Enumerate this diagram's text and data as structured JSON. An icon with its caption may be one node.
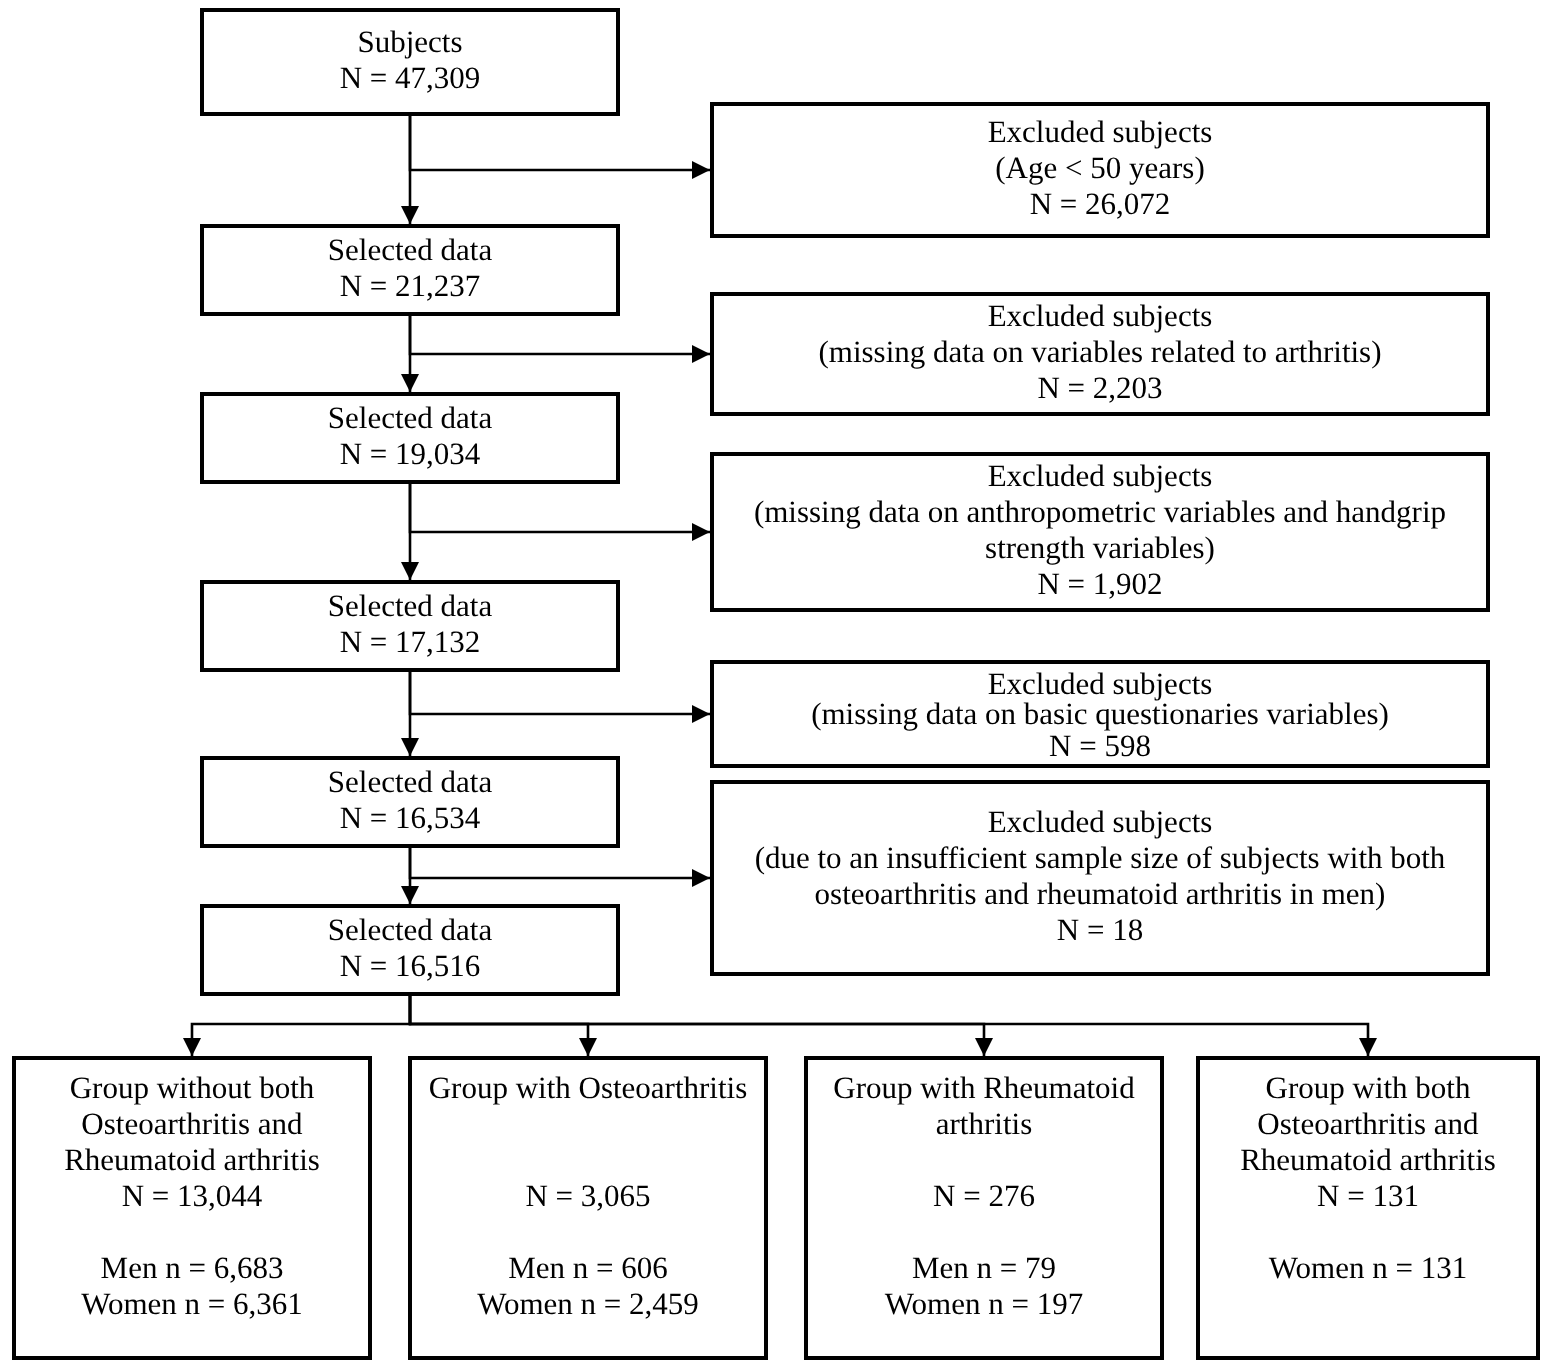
{
  "diagram": {
    "nodes": [
      {
        "text": [
          "Subjects",
          "N = 47,309"
        ]
      },
      {
        "text": [
          "Excluded subjects",
          "(Age < 50 years)",
          "N = 26,072"
        ]
      },
      {
        "text": [
          "Selected data",
          "N = 21,237"
        ]
      },
      {
        "text": [
          "Excluded subjects",
          "(missing data on variables related to arthritis)",
          "N = 2,203"
        ]
      },
      {
        "text": [
          "Selected data",
          "N = 19,034"
        ]
      },
      {
        "text": [
          "Excluded subjects",
          "(missing data on anthropometric variables and handgrip strength variables)",
          "N = 1,902"
        ]
      },
      {
        "text": [
          "Selected data",
          "N = 17,132"
        ]
      },
      {
        "text": [
          "Excluded subjects",
          "(missing data on basic questionaries variables)",
          "N = 598"
        ]
      },
      {
        "text": [
          "Selected data",
          "N = 16,534"
        ]
      },
      {
        "text": [
          "Excluded subjects",
          "(due to an insufficient sample size of subjects with both osteoarthritis and rheumatoid arthritis in men)",
          "N = 18"
        ]
      },
      {
        "text": [
          "Selected data",
          "N = 16,516"
        ]
      },
      {
        "text": [
          "Group without both Osteoarthritis and Rheumatoid arthritis",
          "N = 13,044",
          "Men n = 6,683",
          "Women n = 6,361"
        ]
      },
      {
        "text": [
          "Group with Osteoarthritis",
          "N = 3,065",
          "Men n = 606",
          "Women n = 2,459"
        ]
      },
      {
        "text": [
          "Group with Rheumatoid arthritis",
          "N = 276",
          "Men n = 79",
          "Women n = 197"
        ]
      },
      {
        "text": [
          "Group with both Osteoarthritis and Rheumatoid arthritis",
          "N = 131",
          "Women n = 131"
        ]
      }
    ],
    "edges": [
      {
        "from": 0,
        "to": 2,
        "arrow": "to"
      },
      {
        "from": 0,
        "to": 1,
        "arrow": "to"
      },
      {
        "from": 2,
        "to": 4,
        "arrow": "to"
      },
      {
        "from": 2,
        "to": 3,
        "arrow": "to"
      },
      {
        "from": 4,
        "to": 6,
        "arrow": "to"
      },
      {
        "from": 4,
        "to": 5,
        "arrow": "to"
      },
      {
        "from": 6,
        "to": 8,
        "arrow": "to"
      },
      {
        "from": 6,
        "to": 7,
        "arrow": "to"
      },
      {
        "from": 8,
        "to": 10,
        "arrow": "to"
      },
      {
        "from": 8,
        "to": 9,
        "arrow": "to"
      },
      {
        "from": 10,
        "to": 11,
        "arrow": "to"
      },
      {
        "from": 10,
        "to": 12,
        "arrow": "to"
      },
      {
        "from": 10,
        "to": 13,
        "arrow": "to"
      },
      {
        "from": 10,
        "to": 14,
        "arrow": "to"
      }
    ]
  }
}
